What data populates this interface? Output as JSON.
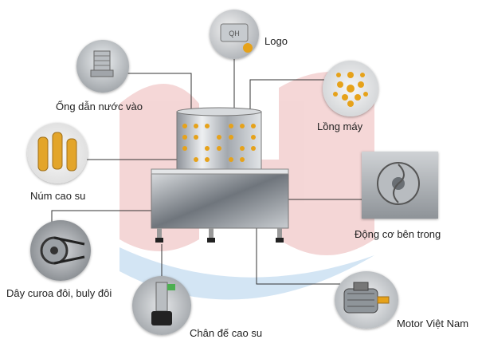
{
  "colors": {
    "watermark": "#e8a6a6",
    "watermark_blue": "#9fc6e8",
    "leader_line": "#333333",
    "steel": "#c9cdd2",
    "roller": "#e6a21a"
  },
  "labels": {
    "logo": "Logo",
    "water_inlet": "Ống dẫn nước vào",
    "cage": "Lồng máy",
    "rubber_fingers": "Núm cao su",
    "internal_motor": "Động cơ bên trong",
    "belt_pulley": "Dây curoa đôi, buly đôi",
    "rubber_feet": "Chân đế cao su",
    "motor_vn": "Motor Việt Nam"
  },
  "icons": {
    "logo_detail": "logo-plate-icon",
    "water_inlet_detail": "pipe-fitting-icon",
    "cage_detail": "plucker-drum-icon",
    "fingers_detail": "rubber-finger-icon",
    "internal_motor_detail": "pulley-wheel-icon",
    "belt_detail": "belt-pulley-icon",
    "feet_detail": "rubber-foot-icon",
    "motor_detail": "electric-motor-icon"
  }
}
